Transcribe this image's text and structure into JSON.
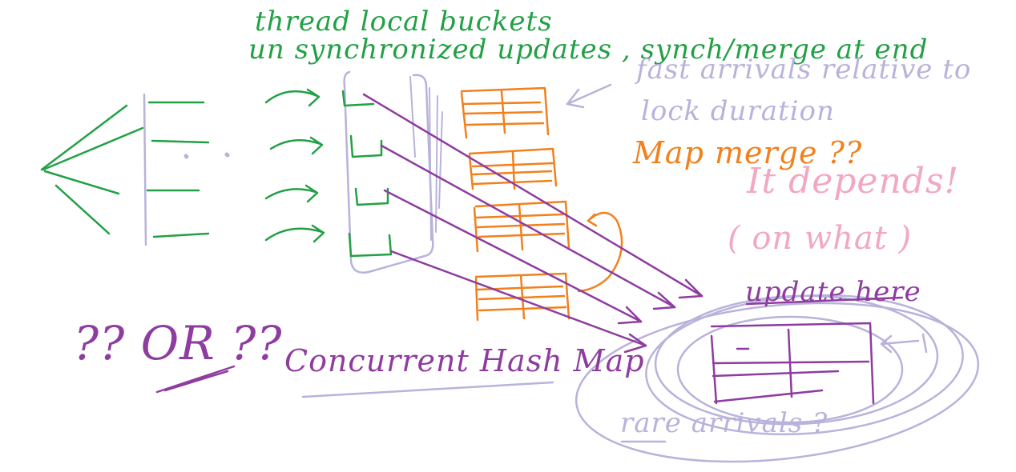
{
  "canvas": {
    "background": "#ffffff"
  },
  "colors": {
    "green": "#22a045",
    "orange": "#f2801d",
    "purple": "#8e3c9f",
    "lavender": "#b9b2db",
    "pink": "#f2a7c3"
  },
  "annotations": {
    "title_line1": "thread local buckets",
    "title_line2": "un synchronized updates , synch/merge at end",
    "fast_line1": "fast arrivals relative to",
    "fast_line2": "lock duration",
    "map_merge": "Map merge ??",
    "depends_line1": "It depends!",
    "depends_line2": "( on what )",
    "update_here": "update here",
    "or_text": "?? OR ??",
    "concurrent_hash_map": "Concurrent Hash Map",
    "rare_arrivals": "rare arrivals ?"
  }
}
